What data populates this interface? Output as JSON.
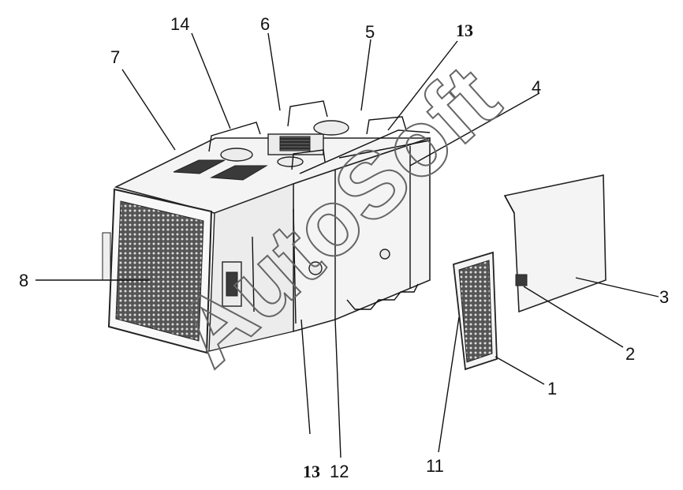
{
  "labels": {
    "l1": "1",
    "l2": "2",
    "l3": "3",
    "l4": "4",
    "l5": "5",
    "l6": "6",
    "l7": "7",
    "l8": "8",
    "l11": "11",
    "l12": "12",
    "l13_top": "13",
    "l13_bottom": "13",
    "l14": "14"
  },
  "watermark": "AutoSoft"
}
